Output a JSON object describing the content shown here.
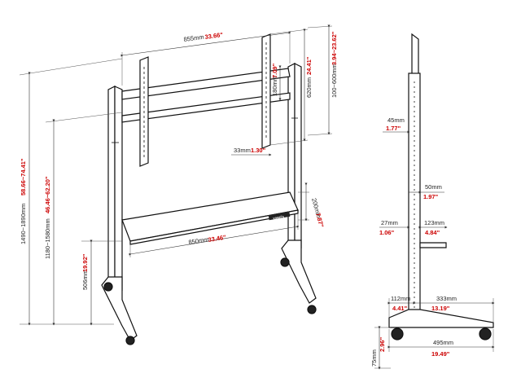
{
  "brand": {
    "label": "vogel's"
  },
  "front_view": {
    "width_top": {
      "mm": "855mm",
      "in": "33.66\""
    },
    "arm_height": {
      "mm": "620mm",
      "in": "24.41\""
    },
    "vesa_range": {
      "mm": "100~600mm",
      "in": "3.94~23.62\""
    },
    "crossbar_height": {
      "mm": "180mm",
      "in": "7.09\""
    },
    "arm_depth": {
      "mm": "33mm",
      "in": "1.30\""
    },
    "shelf_height": {
      "mm": "200mm",
      "in": "7.87\""
    },
    "shelf_width": {
      "mm": "850mm",
      "in": "33.46\""
    },
    "total_height": {
      "mm": "1490~1890mm",
      "in": "58.66~74.41\""
    },
    "center_height": {
      "mm": "1180~1580mm",
      "in": "46.46~62.20\""
    },
    "shelf_floor": {
      "mm": "506mm",
      "in": "19.92\""
    }
  },
  "side_view": {
    "arm_offset": {
      "mm": "45mm",
      "in": "1.77\""
    },
    "column_depth": {
      "mm": "50mm",
      "in": "1.97\""
    },
    "shelf_gap": {
      "mm": "27mm",
      "in": "1.06\""
    },
    "shelf_depth": {
      "mm": "123mm",
      "in": "4.84\""
    },
    "base_front": {
      "mm": "112mm",
      "in": "4.41\""
    },
    "base_back": {
      "mm": "333mm",
      "in": "13.19\""
    },
    "base_total": {
      "mm": "495mm",
      "in": "19.49\""
    },
    "caster_height": {
      "mm": "75mm",
      "in": "2.96\""
    }
  },
  "colors": {
    "imperial": "#cc0000",
    "metric": "#222222",
    "line": "#111111"
  }
}
